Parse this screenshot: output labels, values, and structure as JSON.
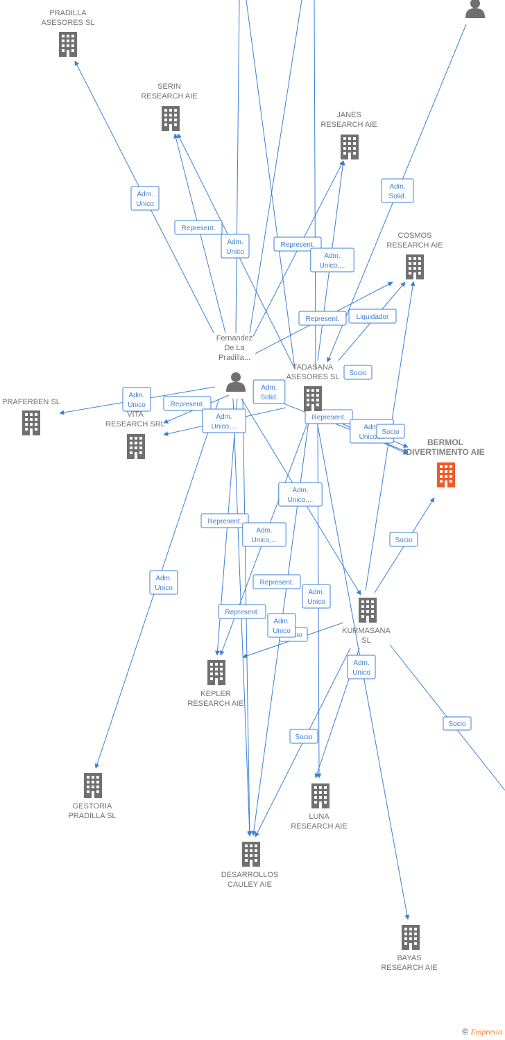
{
  "colors": {
    "edge": "#3a7fd5",
    "node": "#707070",
    "focus": "#f05a28"
  },
  "nodes": [
    {
      "id": "pradilla",
      "type": "company",
      "label": [
        "PRADILLA",
        "ASESORES SL"
      ]
    },
    {
      "id": "serin",
      "type": "company",
      "label": [
        "SERIN",
        "RESEARCH AIE"
      ]
    },
    {
      "id": "janes",
      "type": "company",
      "label": [
        "JANES",
        "RESEARCH AIE"
      ]
    },
    {
      "id": "cosmos",
      "type": "company",
      "label": [
        "COSMOS",
        "RESEARCH AIE"
      ]
    },
    {
      "id": "person_top",
      "type": "person",
      "label": []
    },
    {
      "id": "fernandez",
      "type": "person",
      "label": [
        "Fernandez",
        "De La",
        "Pradilla..."
      ]
    },
    {
      "id": "tadasana",
      "type": "company",
      "label": [
        "TADASANA",
        "ASESORES  SL"
      ]
    },
    {
      "id": "praferben",
      "type": "company",
      "label": [
        "PRAFERBEN SL"
      ]
    },
    {
      "id": "vita",
      "type": "company",
      "label": [
        "VITA",
        "RESEARCH SRL"
      ]
    },
    {
      "id": "bermol",
      "type": "company",
      "focus": true,
      "label": [
        "BERMOL",
        "DIVERTIMENTO AIE"
      ]
    },
    {
      "id": "kurmasana",
      "type": "company",
      "label": [
        "KURMASANA",
        "SL"
      ]
    },
    {
      "id": "kepler",
      "type": "company",
      "label": [
        "KEPLER",
        "RESEARCH AIE"
      ]
    },
    {
      "id": "gestoria",
      "type": "company",
      "label": [
        "GESTORIA",
        "PRADILLA SL"
      ]
    },
    {
      "id": "luna",
      "type": "company",
      "label": [
        "LUNA",
        "RESEARCH AIE"
      ]
    },
    {
      "id": "desarrollos",
      "type": "company",
      "label": [
        "DESARROLLOS",
        "CAULEY AIE"
      ]
    },
    {
      "id": "bayas",
      "type": "company",
      "label": [
        "BAYAS",
        "RESEARCH AIE"
      ]
    }
  ],
  "edges": [
    {
      "from": "fernandez",
      "to": "pradilla",
      "label": [
        "Adm.",
        "Unico"
      ]
    },
    {
      "from": "fernandez",
      "to": "serin",
      "label": [
        "Represent."
      ]
    },
    {
      "from": "tadasana",
      "to": "serin",
      "label": [
        "Adm.",
        "Unico"
      ]
    },
    {
      "from": "fernandez",
      "to": "janes",
      "label": [
        "Represent."
      ]
    },
    {
      "from": "tadasana",
      "to": "janes",
      "label": [
        "Adm.",
        "Unico,..."
      ]
    },
    {
      "from": "person_top",
      "to": "tadasana",
      "label": [
        "Adm.",
        "Solid."
      ]
    },
    {
      "from": "fernandez",
      "to": "cosmos",
      "label": [
        "Represent."
      ]
    },
    {
      "from": "tadasana",
      "to": "cosmos",
      "label": [
        "Liquidador"
      ]
    },
    {
      "from": "kurmasana",
      "to": "cosmos",
      "label": [
        "Socio"
      ]
    },
    {
      "from": "fernandez",
      "to": "praferben",
      "label": [
        "Adm.",
        "Unico"
      ]
    },
    {
      "from": "fernandez",
      "to": "vita",
      "label": [
        "Represent."
      ]
    },
    {
      "from": "tadasana",
      "to": "vita",
      "label": [
        "Adm.",
        "Unico,..."
      ]
    },
    {
      "from": "fernandez",
      "to": "bermol",
      "label": [
        "Adm.",
        "Solid."
      ]
    },
    {
      "from": "tadasana",
      "to": "bermol",
      "label": [
        "Represent."
      ]
    },
    {
      "from": "tadasana",
      "to": "bermol",
      "label": [
        "Adm.",
        "Unico,..."
      ]
    },
    {
      "from": "kurmasana",
      "to": "bermol",
      "label": [
        "Socio"
      ]
    },
    {
      "from": "fernandez",
      "to": "kurmasana",
      "label": [
        "Adm.",
        "Unico,..."
      ]
    },
    {
      "from": "fernandez",
      "to": "kepler",
      "label": [
        "Represent."
      ]
    },
    {
      "from": "tadasana",
      "to": "kepler",
      "label": [
        "Adm.",
        "Unico,..."
      ]
    },
    {
      "from": "kurmasana",
      "to": "kepler",
      "label": [
        "Socio"
      ]
    },
    {
      "from": "fernandez",
      "to": "gestoria",
      "label": [
        "Adm.",
        "Unico"
      ]
    },
    {
      "from": "fernandez",
      "to": "luna",
      "label": [
        "Represent."
      ]
    },
    {
      "from": "tadasana",
      "to": "luna",
      "label": [
        "Adm.",
        "Unico"
      ]
    },
    {
      "from": "fernandez",
      "to": "desarrollos",
      "label": [
        "Represent."
      ]
    },
    {
      "from": "tadasana",
      "to": "desarrollos",
      "label": [
        "Adm.",
        "Unico"
      ]
    },
    {
      "from": "kurmasana",
      "to": "desarrollos",
      "label": [
        "Socio"
      ]
    },
    {
      "from": "kurmasana",
      "to": "luna",
      "label": [
        "Adm.",
        "Unico"
      ]
    },
    {
      "from": "tadasana",
      "to": "bayas",
      "label": [
        "Socio"
      ]
    }
  ],
  "watermark": {
    "symbol": "©",
    "brand": "Empresia"
  }
}
